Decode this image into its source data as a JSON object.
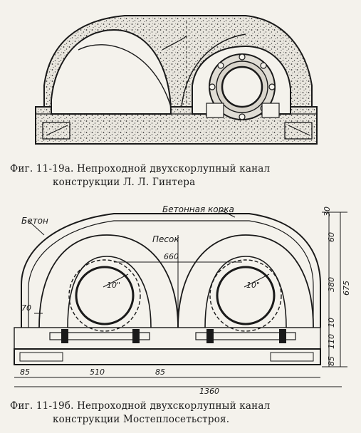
{
  "figure_a": {
    "caption_line1": "Фиг. 11-19а. Непроходной двухскорлупный канал",
    "caption_line2": "конструкции Л. Л. Гинтера"
  },
  "figure_b": {
    "caption_line1": "Фиг. 11-19б. Непроходной двухскорлупный канал",
    "caption_line2": "конструкции Мостеплосетьстроя.",
    "labels": {
      "beton": "Бетон",
      "concrete_crust": "Бетонная корка",
      "sand": "Песок",
      "pipe_left": "10\"",
      "pipe_right": "10\""
    },
    "dimensions": {
      "d660": "660",
      "d510": "510",
      "d85_left": "85",
      "d85_mid": "85",
      "d1360": "1360",
      "d70": "70",
      "d30": "30",
      "d60": "60",
      "d380": "380",
      "d675": "675",
      "d10": "10",
      "d110": "110",
      "d85_right": "85"
    }
  }
}
